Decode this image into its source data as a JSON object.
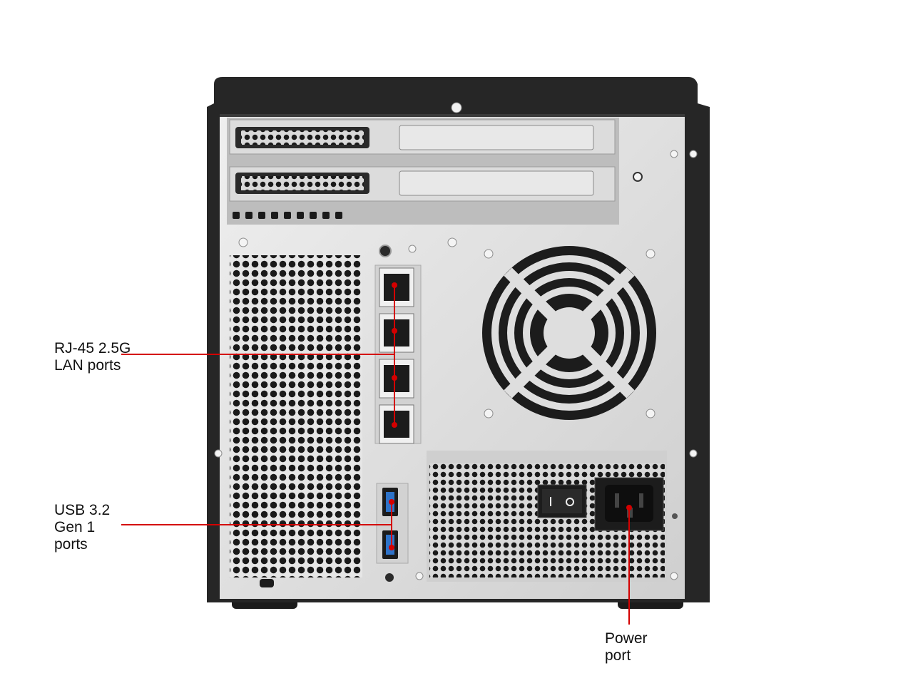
{
  "image": {
    "subject": "nas-rear-panel",
    "accent_color": "#d40000"
  },
  "callouts": {
    "lan": {
      "label": "RJ-45 2.5G\nLAN ports"
    },
    "usb": {
      "label": "USB 3.2\nGen 1\nports"
    },
    "power": {
      "label": "Power\nport"
    }
  },
  "ports": {
    "lan_count": 4,
    "usb_count": 2,
    "power_count": 1
  }
}
